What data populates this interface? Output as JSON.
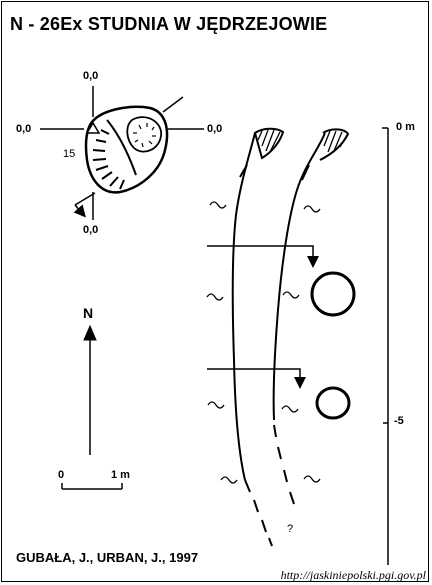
{
  "title": "N - 26Ex  STUDNIA W JĘDRZEJOWIE",
  "plan": {
    "label_top": "0,0",
    "label_left": "0,0",
    "label_right": "0,0",
    "label_bottom": "0,0",
    "label_dip": "15"
  },
  "north_label": "N",
  "scale_bar": {
    "start_label": "0",
    "end_label": "1 m"
  },
  "depth_scale": {
    "top_label": "0 m",
    "mid_label": "-5"
  },
  "section": {
    "unknown_label": "?"
  },
  "author": "GUBAŁA, J., URBAN, J., 1997",
  "source_url": "http://jaskiniepolski.pgi.gov.pl"
}
